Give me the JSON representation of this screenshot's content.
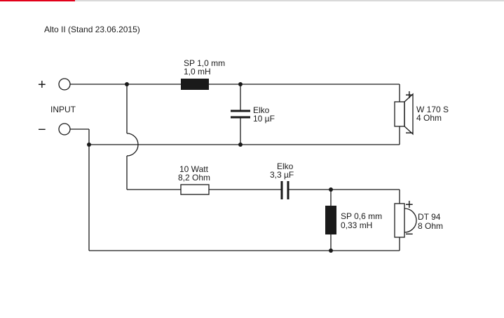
{
  "title": "Alto II (Stand 23.06.2015)",
  "accent_color": "#e2001a",
  "input": {
    "label": "INPUT",
    "plus": "+",
    "minus": "−"
  },
  "components": {
    "coil1": {
      "line1": "SP 1,0 mm",
      "line2": "1,0 mH"
    },
    "cap1": {
      "line1": "Elko",
      "line2": "10 µF"
    },
    "woofer": {
      "line1": "W 170 S",
      "line2": "4 Ohm",
      "plus": "+",
      "minus": "−"
    },
    "resistor": {
      "line1": "10 Watt",
      "line2": "8,2 Ohm"
    },
    "cap2": {
      "line1": "Elko",
      "line2": "3,3 µF"
    },
    "coil2": {
      "line1": "SP 0,6 mm",
      "line2": "0,33 mH"
    },
    "tweeter": {
      "line1": "DT 94",
      "line2": "8 Ohm",
      "plus": "+",
      "minus": "−"
    }
  }
}
